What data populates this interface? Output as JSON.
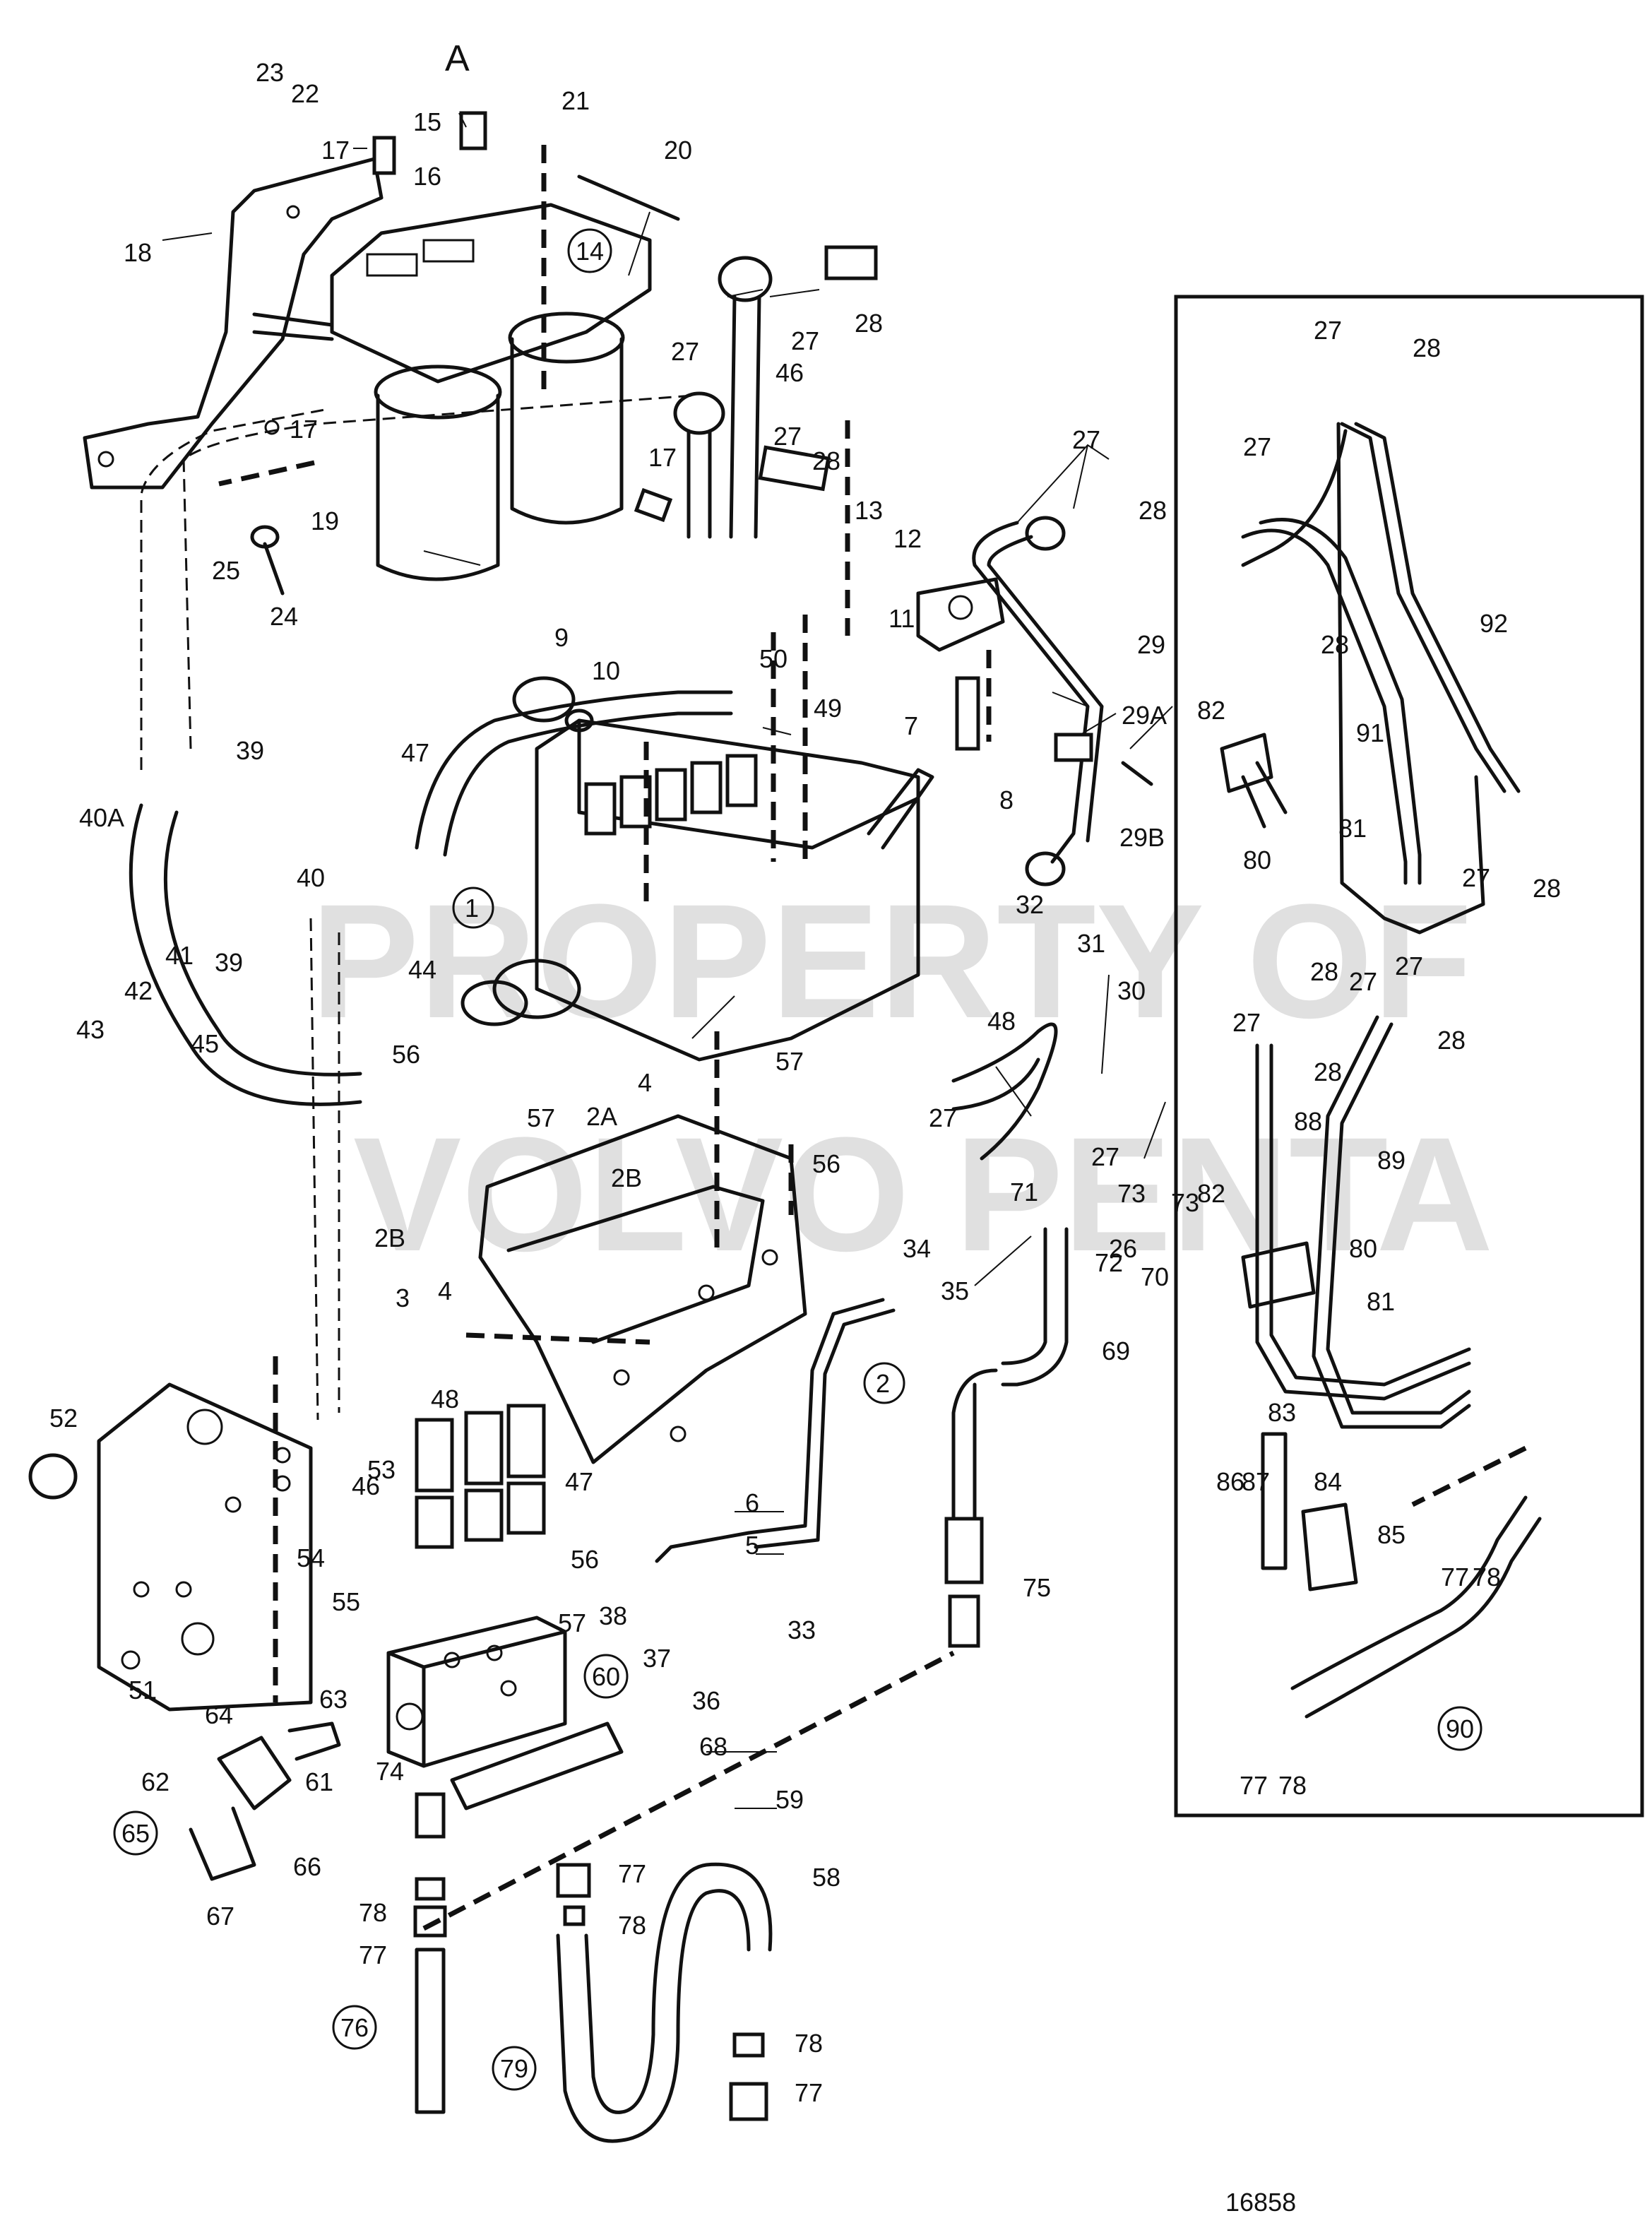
{
  "section_label": "A",
  "figure_number": "16858",
  "watermark": [
    "PROPERTY OF",
    "VOLVO PENTA"
  ],
  "callouts": [
    "1",
    "2",
    "2A",
    "2B",
    "3",
    "4",
    "5",
    "6",
    "7",
    "8",
    "9",
    "10",
    "11",
    "12",
    "13",
    "14",
    "15",
    "16",
    "17",
    "18",
    "19",
    "20",
    "21",
    "22",
    "23",
    "24",
    "25",
    "26",
    "27",
    "28",
    "29",
    "29A",
    "29B",
    "30",
    "31",
    "32",
    "33",
    "34",
    "35",
    "36",
    "37",
    "38",
    "39",
    "40",
    "40A",
    "41",
    "42",
    "43",
    "44",
    "45",
    "46",
    "47",
    "48",
    "49",
    "50",
    "51",
    "52",
    "53",
    "54",
    "55",
    "56",
    "57",
    "58",
    "59",
    "60",
    "61",
    "62",
    "63",
    "64",
    "65",
    "66",
    "67",
    "68",
    "69",
    "70",
    "71",
    "72",
    "73",
    "74",
    "75",
    "76",
    "77",
    "78",
    "79",
    "80",
    "81",
    "82",
    "83",
    "84",
    "85",
    "86",
    "87",
    "88",
    "89",
    "90",
    "91",
    "92"
  ],
  "circled_callouts": [
    "1",
    "2",
    "14",
    "60",
    "65",
    "76",
    "79",
    "90"
  ]
}
